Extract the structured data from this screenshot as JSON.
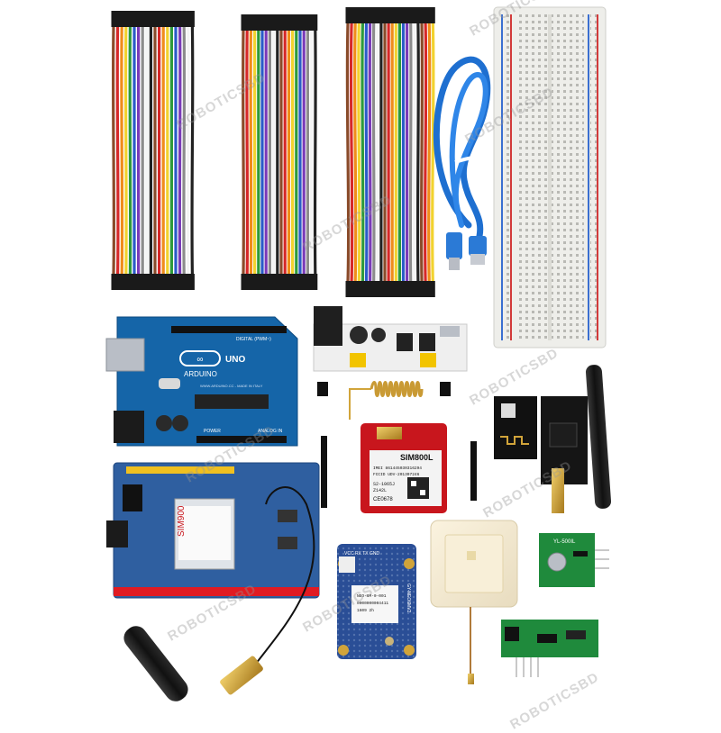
{
  "watermark": "ROBOTICSBD",
  "arduino": {
    "brand": "ARDUINO",
    "model": "UNO",
    "digital_label": "DIGITAL (PWM~)",
    "power_label": "POWER",
    "analog_label": "ANALOG IN",
    "website": "WWW.ARDUINO.CC - MADE IN ITALY"
  },
  "gsm_shield": {
    "module_label": "SIM900"
  },
  "sim800l": {
    "title": "SIM800L",
    "line1": "IMEI 861445030316294",
    "line2": "FCCID UDV-201307246",
    "line3": "S2-1065J",
    "line4": "Z142L",
    "ce": "CE0678"
  },
  "gps_module": {
    "pins": "VCC RX TX GND",
    "side_label": "GY-NEO6MV2",
    "chip_line1": "NEO-6M-0-001",
    "chip_line2": "0000000004411",
    "chip_line3": "1609 2h"
  },
  "rf_module": {
    "label": "YL-500IL"
  },
  "colors": {
    "arduino_blue": "#1565a8",
    "shield_blue": "#2f5fa0",
    "sim800l_red": "#c8161d",
    "gps_blue": "#2a4e96",
    "rf_green": "#1f8a3c",
    "breadboard": "#eeeeea",
    "usb_cable": "#1e6fd0",
    "antenna_black": "#1e1e1e",
    "gold": "#d1a43a"
  },
  "items": [
    "jumper-wires-female-female",
    "jumper-wires-male-male",
    "jumper-wires-male-female",
    "usb-cable",
    "breadboard",
    "arduino-uno",
    "breadboard-power-module",
    "spring-antenna",
    "sim800l-module",
    "nrf24l01-modules",
    "gsm-shield-sim900",
    "gsm-antenna",
    "gps-module",
    "gps-ceramic-antenna",
    "rf-transmitter",
    "rf-receiver"
  ]
}
